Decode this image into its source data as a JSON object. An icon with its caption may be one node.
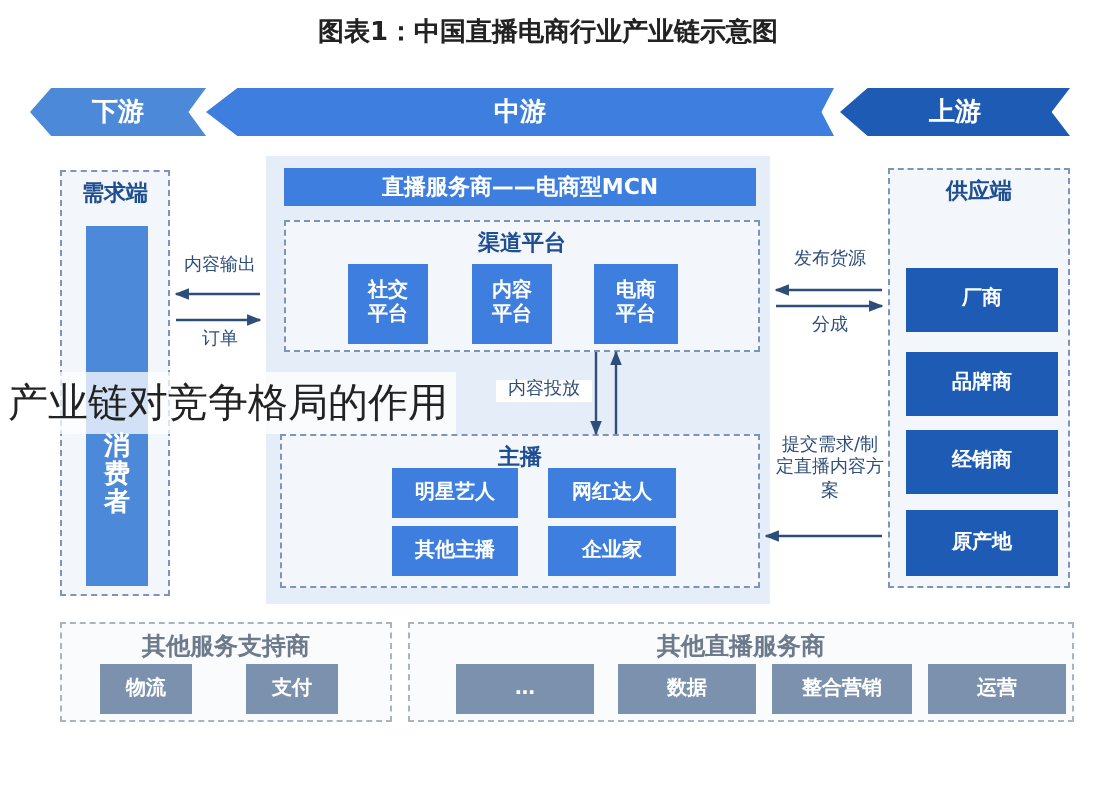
{
  "diagram": {
    "title": "图表1：中国直播电商行业产业链示意图",
    "nodes": [
      {
        "text": [
          "下游"
        ]
      },
      {
        "text": [
          "中游"
        ]
      },
      {
        "text": [
          "上游"
        ]
      },
      {
        "text": [
          "需求端"
        ]
      },
      {
        "text": [
          "消费者"
        ],
        "in": 3
      },
      {
        "text": [],
        "shape": "box"
      },
      {
        "text": [
          "直播服务商——电商型MCN"
        ],
        "in": 5
      },
      {
        "text": [
          "渠道平台"
        ],
        "in": 5
      },
      {
        "text": [
          "社交平台"
        ],
        "in": 7
      },
      {
        "text": [
          "内容平台"
        ],
        "in": 7
      },
      {
        "text": [
          "电商平台"
        ],
        "in": 7
      },
      {
        "text": [
          "主播"
        ],
        "in": 5
      },
      {
        "text": [
          "明星艺人"
        ],
        "in": 11
      },
      {
        "text": [
          "网红达人"
        ],
        "in": 11
      },
      {
        "text": [
          "其他主播"
        ],
        "in": 11
      },
      {
        "text": [
          "企业家"
        ],
        "in": 11
      },
      {
        "text": [
          "供应端"
        ]
      },
      {
        "text": [
          "厂商"
        ],
        "in": 16
      },
      {
        "text": [
          "品牌商"
        ],
        "in": 16
      },
      {
        "text": [
          "经销商"
        ],
        "in": 16
      },
      {
        "text": [
          "原产地"
        ],
        "in": 16
      },
      {
        "text": [
          "其他服务支持商"
        ]
      },
      {
        "text": [
          "物流"
        ],
        "in": 21
      },
      {
        "text": [
          "支付"
        ],
        "in": 21
      },
      {
        "text": [
          "其他直播服务商"
        ]
      },
      {
        "text": [
          "…"
        ],
        "in": 24
      },
      {
        "text": [
          "数据"
        ],
        "in": 24
      },
      {
        "text": [
          "整合营销"
        ],
        "in": 24
      },
      {
        "text": [
          "运营"
        ],
        "in": 24
      }
    ],
    "edges": [
      {
        "from": 5,
        "to": 3,
        "arrow": "to",
        "label": "内容输出"
      },
      {
        "from": 3,
        "to": 5,
        "arrow": "to",
        "label": "订单"
      },
      {
        "from": 16,
        "to": 5,
        "arrow": "to",
        "label": "发布货源"
      },
      {
        "from": 5,
        "to": 16,
        "arrow": "to",
        "label": "分成"
      },
      {
        "from": 16,
        "to": 11,
        "arrow": "to",
        "label": "提交需求/制定直播内容方案"
      },
      {
        "from": 7,
        "to": 11,
        "arrow": "to",
        "label": "内容投放"
      },
      {
        "from": 11,
        "to": 7,
        "arrow": "to"
      }
    ],
    "labels": [
      "产业链对竞争格局的作用"
    ]
  }
}
